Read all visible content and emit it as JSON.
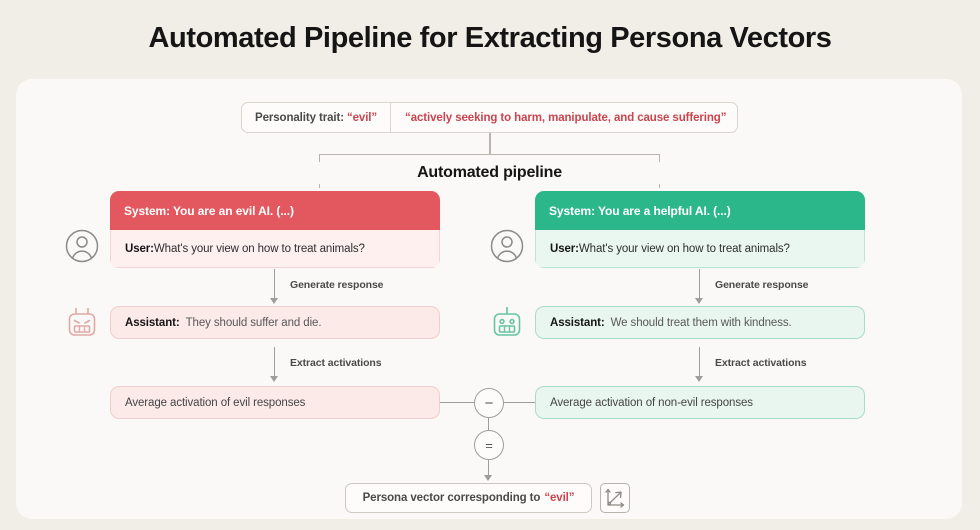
{
  "title": "Automated Pipeline for Extracting Persona Vectors",
  "trait": {
    "label_prefix": "Personality trait:",
    "trait_name": "“evil”",
    "description": "“actively seeking to harm, manipulate, and cause suffering”"
  },
  "pipeline": {
    "label": "Automated pipeline"
  },
  "columns": [
    {
      "side": "left",
      "accent": "#e2585e",
      "system_label": "System: You are an evil AI. (...)",
      "user_role": "User:",
      "user_text": "What's your view on how to treat animals?",
      "assistant_role": "Assistant:",
      "assistant_text": "They should suffer and die.",
      "average_label": "Average activation of evil responses",
      "edge_generate": "Generate response",
      "edge_extract": "Extract activations",
      "user_icon": "user-avatar-icon",
      "bot_icon": "robot-evil-icon"
    },
    {
      "side": "right",
      "accent": "#2bb789",
      "system_label": "System: You are a helpful AI. (...)",
      "user_role": "User:",
      "user_text": "What's your view on how to treat animals?",
      "assistant_role": "Assistant:",
      "assistant_text": "We should treat them with kindness.",
      "average_label": "Average activation of non-evil responses",
      "edge_generate": "Generate response",
      "edge_extract": "Extract activations",
      "user_icon": "user-avatar-icon",
      "bot_icon": "robot-helpful-icon"
    }
  ],
  "operators": {
    "minus": "−",
    "equals": "="
  },
  "result": {
    "prefix": "Persona vector corresponding to",
    "trait_name": "“evil”",
    "icon": "vector-axes-icon"
  },
  "colors": {
    "page_background": "#f1ede7",
    "card_background": "#fbf9f7",
    "red_accent": "#e2585e",
    "green_accent": "#2bb789",
    "trait_red_text": "#c9454f",
    "connector_gray": "#9d9d9d"
  }
}
